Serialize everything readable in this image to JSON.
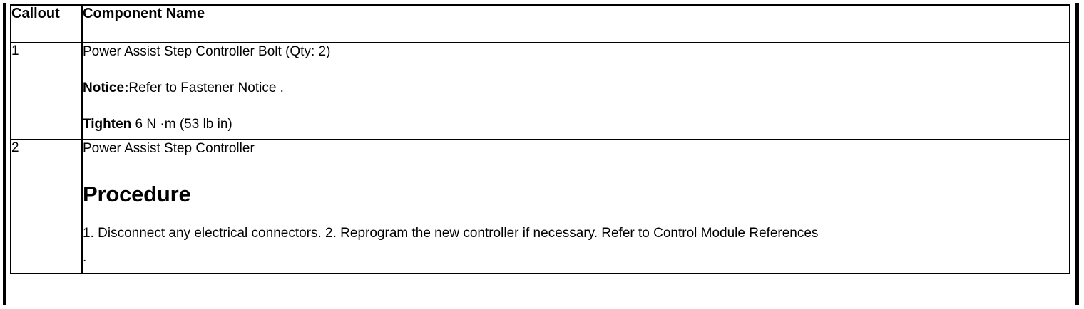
{
  "table": {
    "columns": [
      {
        "id": "callout",
        "header": "Callout"
      },
      {
        "id": "component_name",
        "header": "Component Name"
      }
    ],
    "rows": [
      {
        "callout": "1",
        "component": {
          "title": "Power Assist Step Controller Bolt (Qty: 2)",
          "notice_label": "Notice:",
          "notice_text": "Refer to Fastener Notice .",
          "torque_label": "Tighten",
          "torque_value": " 6 N ·m (53 lb in)"
        }
      },
      {
        "callout": "2",
        "component": {
          "title": "Power Assist Step Controller",
          "procedure_heading": "Procedure",
          "procedure_steps": "1. Disconnect any electrical connectors. 2. Reprogram the new controller if necessary. Refer to Control Module References",
          "procedure_tail": "."
        }
      }
    ]
  }
}
